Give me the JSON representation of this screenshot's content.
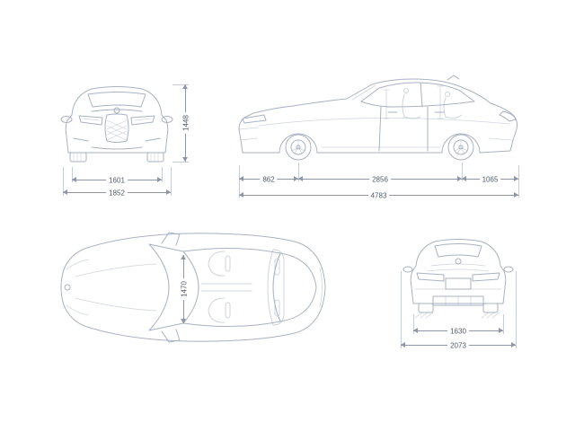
{
  "meta": {
    "background_color": "#ffffff",
    "drawing_line_color": "#a9b2c2",
    "dimension_line_color": "#8e97a8",
    "dimension_text_color": "#4e5a6a"
  },
  "views": {
    "front": {
      "name": "front-view",
      "dimensions": {
        "track": "1601",
        "width": "1852",
        "height": "1448"
      }
    },
    "side": {
      "name": "side-view",
      "dimensions": {
        "front_overhang": "862",
        "wheelbase": "2856",
        "rear_overhang": "1065",
        "length": "4783"
      }
    },
    "top": {
      "name": "top-view",
      "dimensions": {
        "interior_width": "1470"
      }
    },
    "rear": {
      "name": "rear-view",
      "dimensions": {
        "track": "1630",
        "width": "2073"
      }
    }
  }
}
